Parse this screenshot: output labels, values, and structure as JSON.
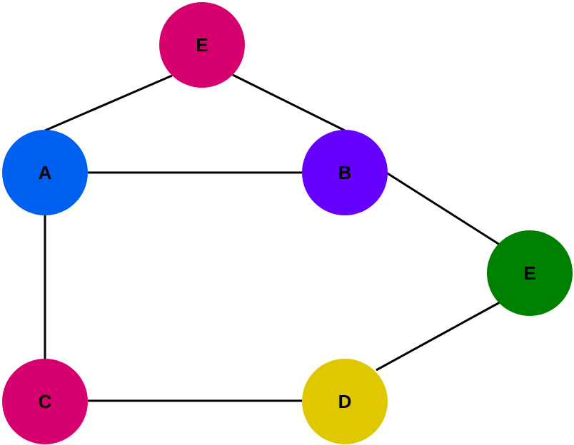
{
  "nodes": [
    {
      "id": "top",
      "label": "E",
      "color": "#d6006e"
    },
    {
      "id": "a",
      "label": "A",
      "color": "#0060f0"
    },
    {
      "id": "b",
      "label": "B",
      "color": "#6600ff"
    },
    {
      "id": "right",
      "label": "E",
      "color": "#008000"
    },
    {
      "id": "c",
      "label": "C",
      "color": "#d6006e"
    },
    {
      "id": "d",
      "label": "D",
      "color": "#e0c800"
    }
  ],
  "edges": [
    {
      "from": "top",
      "to": "a"
    },
    {
      "from": "top",
      "to": "b"
    },
    {
      "from": "a",
      "to": "b"
    },
    {
      "from": "a",
      "to": "c"
    },
    {
      "from": "b",
      "to": "right"
    },
    {
      "from": "c",
      "to": "d"
    },
    {
      "from": "d",
      "to": "right"
    }
  ]
}
